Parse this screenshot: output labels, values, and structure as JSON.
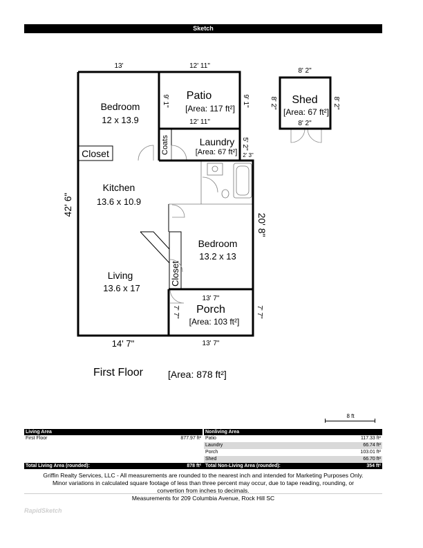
{
  "header": {
    "title": "Sketch"
  },
  "plan": {
    "rooms": {
      "bedroom1": {
        "name": "Bedroom",
        "dims": "12 x 13.9"
      },
      "patio": {
        "name": "Patio",
        "area": "[Area: 117 ft²]"
      },
      "laundry": {
        "name": "Laundry",
        "area": "[Area: 67 ft²]"
      },
      "coats": {
        "name": "Coats"
      },
      "closet1": {
        "name": "Closet"
      },
      "kitchen": {
        "name": "Kitchen",
        "dims": "13.6 x 10.9"
      },
      "living": {
        "name": "Living",
        "dims": "13.6 x 17"
      },
      "bedroom2": {
        "name": "Bedroom",
        "dims": "13.2 x 13"
      },
      "closet2": {
        "name": "Closet"
      },
      "porch": {
        "name": "Porch",
        "area": "[Area: 103 ft²]"
      },
      "shed": {
        "name": "Shed",
        "area": "[Area: 67 ft²]"
      }
    },
    "dims": {
      "top_left": "13'",
      "top_patio": "12' 11\"",
      "patio_left": "9' 1\"",
      "patio_right": "9' 1\"",
      "patio_bottom": "12' 11\"",
      "laundry_right": "5' 2\"",
      "laundry_small": "2' 3\"",
      "left_total": "42' 6\"",
      "right_bedroom": "20' 8\"",
      "porch_top": "13' 7\"",
      "porch_left": "7' 7\"",
      "porch_right": "7' 7\"",
      "bottom_left": "14' 7\"",
      "bottom_porch": "13' 7\"",
      "shed_top": "8' 2\"",
      "shed_bottom": "8' 2\"",
      "shed_left": "8' 2\"",
      "shed_right": "8' 2\""
    }
  },
  "floor": {
    "label": "First Floor",
    "area": "[Area: 878 ft²]"
  },
  "scale": {
    "label": "8 ft"
  },
  "table": {
    "living_header": "Living Area",
    "nonliving_header": "Nonliving Area",
    "living_rows": [
      {
        "name": "First Floor",
        "value": "877.97 ft²"
      }
    ],
    "nonliving_rows": [
      {
        "name": "Patio",
        "value": "117.33 ft²"
      },
      {
        "name": "Laundry",
        "value": "66.74 ft²"
      },
      {
        "name": "Porch",
        "value": "103.01 ft²"
      },
      {
        "name": "Shed",
        "value": "66.70 ft²"
      }
    ],
    "total_living_label": "Total Living Area (rounded):",
    "total_living_value": "878 ft²",
    "total_nonliving_label": "Total Non-Living Area (rounded):",
    "total_nonliving_value": "354 ft²"
  },
  "footer": {
    "disclaimer_1": "Griffin Realty Services, LLC - All measurements are rounded to the nearest inch and intended for Marketing Purposes Only.",
    "disclaimer_2": "Minor variations in calculated square footage of less than three percent may occur, due to tape reading, rounding, or",
    "disclaimer_3": "convertion from inches to decimals.",
    "measurements": "Measurements for 209 Columbia Avenue, Rock Hill SC",
    "logo": "RapidSketch"
  }
}
